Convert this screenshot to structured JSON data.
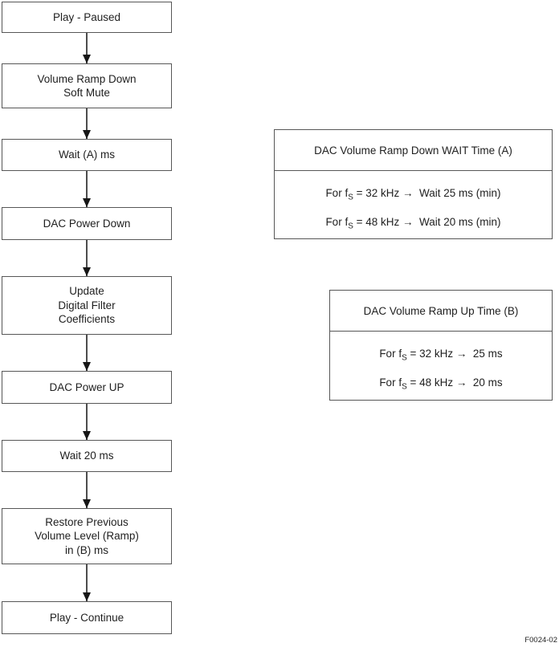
{
  "flow": {
    "nodes": [
      {
        "id": "play-paused",
        "lines": [
          "Play - Paused"
        ]
      },
      {
        "id": "volume-ramp-down",
        "lines": [
          "Volume Ramp Down",
          "Soft Mute"
        ]
      },
      {
        "id": "wait-a-ms",
        "lines": [
          "Wait (A) ms"
        ]
      },
      {
        "id": "dac-power-down",
        "lines": [
          "DAC Power Down"
        ]
      },
      {
        "id": "update-coefficients",
        "lines": [
          "Update",
          "Digital Filter",
          "Coefficients"
        ]
      },
      {
        "id": "dac-power-up",
        "lines": [
          "DAC Power UP"
        ]
      },
      {
        "id": "wait-20-ms",
        "lines": [
          "Wait 20 ms"
        ]
      },
      {
        "id": "restore-volume",
        "lines": [
          "Restore Previous",
          "Volume Level (Ramp)",
          "in (B) ms"
        ]
      },
      {
        "id": "play-continue",
        "lines": [
          "Play - Continue"
        ]
      }
    ]
  },
  "info_boxes": [
    {
      "title": "DAC Volume Ramp Down WAIT Time (A)",
      "rows": [
        {
          "prefix": "For f",
          "sub": "S",
          "rest": " = 32 kHz →  Wait 25 ms (min)"
        },
        {
          "prefix": "For f",
          "sub": "S",
          "rest": " = 48 kHz →  Wait 20 ms (min)"
        }
      ]
    },
    {
      "title": "DAC Volume Ramp Up Time (B)",
      "rows": [
        {
          "prefix": "For f",
          "sub": "S",
          "rest": " = 32 kHz →  25 ms"
        },
        {
          "prefix": "For f",
          "sub": "S",
          "rest": " = 48 kHz →  20 ms"
        }
      ]
    }
  ],
  "figure_label": "F0024-02",
  "colors": {
    "background": "#ffffff",
    "box_border": "#575757",
    "arrow_line": "#4d4d4d",
    "arrowhead": "#161616",
    "text": "#1f1f1f"
  }
}
